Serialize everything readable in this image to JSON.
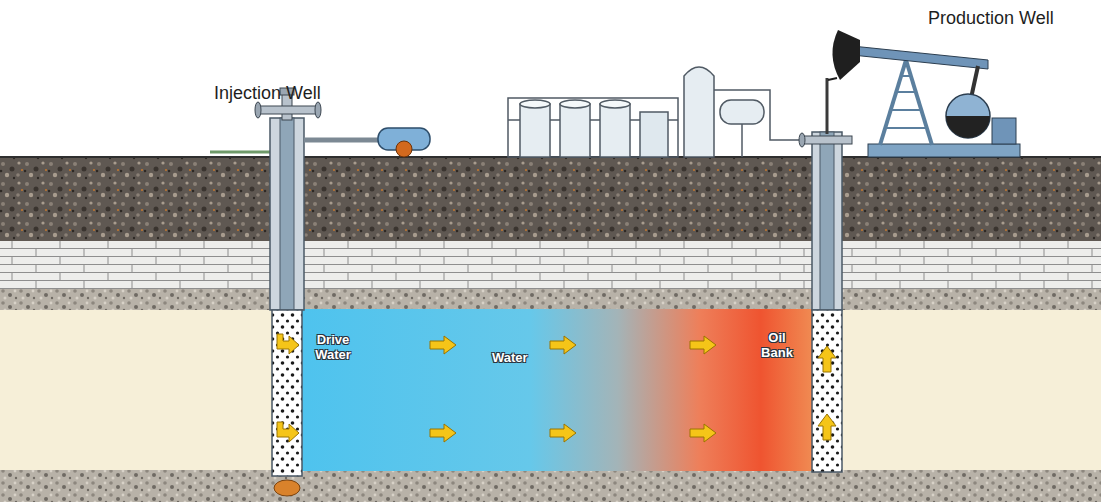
{
  "diagram": {
    "labels": [
      "Injection Well",
      "Production Well",
      "Drive Water",
      "Water",
      "Oil Bank"
    ]
  }
}
